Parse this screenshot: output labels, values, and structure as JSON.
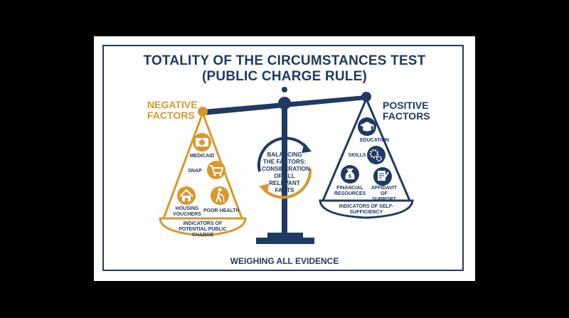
{
  "title": {
    "line1": "TOTALITY OF THE CIRCUMSTANCES TEST",
    "line2": "(PUBLIC CHARGE RULE)"
  },
  "negative": {
    "heading_line1": "NEGATIVE",
    "heading_line2": "FACTORS",
    "items": [
      "MEDICAID",
      "SNAP",
      "HOUSING VOUCHERS",
      "POOR HEALTH"
    ],
    "caption": "INDICATORS OF POTENTIAL PUBLIC CHARGE"
  },
  "positive": {
    "heading_line1": "POSITIVE",
    "heading_line2": "FACTORS",
    "items": [
      "EDUCATION",
      "SKILLS",
      "FINANCIAL RESOURCES",
      "AFFIDAVIT OF SUPPORT"
    ],
    "caption": "INDICATORS OF SELF-SUFFICIENCY"
  },
  "center": {
    "text": "BALANCING THE FACTORS: CONSIDERATION OF ALL RELEVANT FACTS"
  },
  "footer": "WEIGHING ALL EVIDENCE",
  "icons": {
    "medicaid": "medical-kit-icon",
    "snap": "shopping-cart-icon",
    "housing": "house-icon",
    "health": "elderly-person-icon",
    "education": "graduation-cap-icon",
    "skills": "gears-icon",
    "financial": "money-bag-icon",
    "affidavit": "document-pen-icon"
  },
  "colors": {
    "navy": "#1f3a63",
    "gold": "#d8982b",
    "white": "#ffffff"
  }
}
